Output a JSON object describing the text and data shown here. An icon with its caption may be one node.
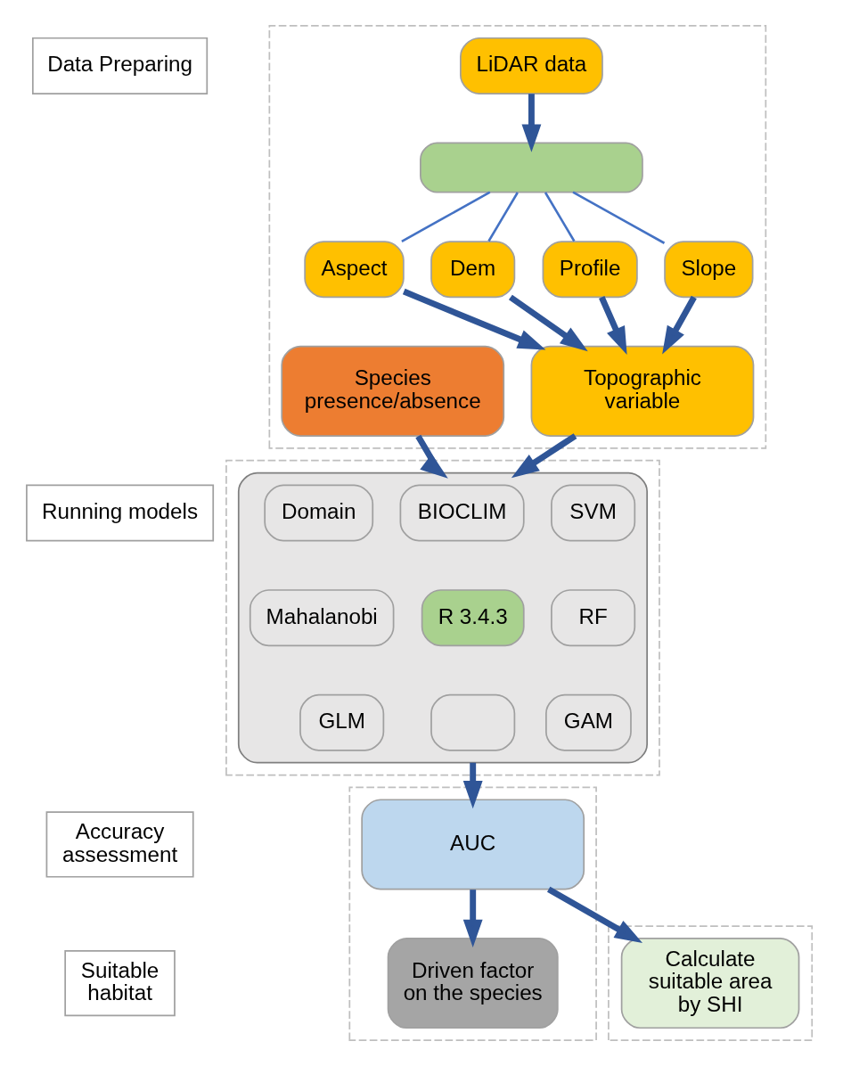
{
  "diagram": {
    "nodes": [
      {
        "text": [
          "Data Preparing"
        ]
      },
      {
        "text": [],
        "shape": "box"
      },
      {
        "text": [
          "LiDAR data"
        ],
        "in": 1
      },
      {
        "text": [],
        "shape": "box",
        "in": 1
      },
      {
        "text": [
          "Aspect"
        ],
        "in": 1
      },
      {
        "text": [
          "Dem"
        ],
        "in": 1
      },
      {
        "text": [
          "Profile"
        ],
        "in": 1
      },
      {
        "text": [
          "Slope"
        ],
        "in": 1
      },
      {
        "text": [
          "Species presence/absence"
        ],
        "in": 1
      },
      {
        "text": [
          "Topographic variable"
        ],
        "in": 1
      },
      {
        "text": [
          "Running models"
        ]
      },
      {
        "text": [],
        "shape": "box"
      },
      {
        "text": [],
        "shape": "octagon",
        "in": 11
      },
      {
        "text": [
          "BIOCLIM"
        ],
        "in": 12
      },
      {
        "text": [
          "SVM"
        ],
        "in": 12
      },
      {
        "text": [
          "RF"
        ],
        "in": 12
      },
      {
        "text": [
          "GAM"
        ],
        "in": 12
      },
      {
        "text": [],
        "shape": "box",
        "in": 12
      },
      {
        "text": [
          "GLM"
        ],
        "in": 12
      },
      {
        "text": [
          "Mahalanobi"
        ],
        "in": 12
      },
      {
        "text": [
          "Domain"
        ],
        "in": 12
      },
      {
        "text": [
          "R 3.4.3"
        ],
        "in": 12
      },
      {
        "text": [
          "Accuracy assessment"
        ]
      },
      {
        "text": [],
        "shape": "box"
      },
      {
        "text": [
          "AUC"
        ],
        "in": 23
      },
      {
        "text": [
          "Driven factor on the species"
        ],
        "in": 23
      },
      {
        "text": [
          "Suitable habitat"
        ]
      },
      {
        "text": [],
        "shape": "box"
      },
      {
        "text": [
          "Calculate suitable area by SHI"
        ],
        "in": 27
      }
    ],
    "edges": [
      {
        "from": 2,
        "to": 3,
        "arrow": "to"
      },
      {
        "from": 3,
        "to": 4,
        "arrow": "none",
        "color": "#4472c4"
      },
      {
        "from": 3,
        "to": 5,
        "arrow": "none",
        "color": "#4472c4"
      },
      {
        "from": 3,
        "to": 6,
        "arrow": "none",
        "color": "#4472c4"
      },
      {
        "from": 3,
        "to": 7,
        "arrow": "none",
        "color": "#4472c4"
      },
      {
        "from": 4,
        "to": 9,
        "arrow": "to"
      },
      {
        "from": 5,
        "to": 9,
        "arrow": "to"
      },
      {
        "from": 6,
        "to": 9,
        "arrow": "to"
      },
      {
        "from": 7,
        "to": 9,
        "arrow": "to"
      },
      {
        "from": 8,
        "to": 12,
        "arrow": "to"
      },
      {
        "from": 9,
        "to": 12,
        "arrow": "to"
      },
      {
        "from": 12,
        "to": 24,
        "arrow": "to"
      },
      {
        "from": 24,
        "to": 25,
        "arrow": "to"
      },
      {
        "from": 24,
        "to": 28,
        "arrow": "to"
      }
    ]
  }
}
